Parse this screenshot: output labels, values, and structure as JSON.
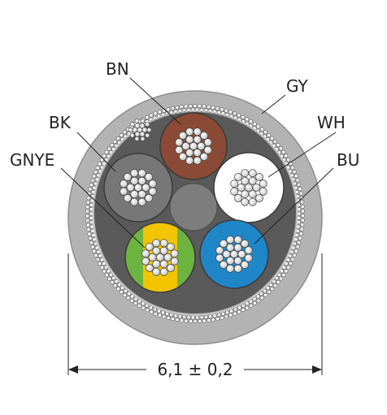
{
  "labels": {
    "bn": "BN",
    "gy": "GY",
    "bk": "BK",
    "wh": "WH",
    "gnye": "GNYE",
    "bu": "BU"
  },
  "dimension": "6,1 ± 0,2",
  "colors": {
    "jacket": "#b3b3b3",
    "inner_fill": "#5a5a5a",
    "brown": "#8b4a35",
    "black_core": "#777777",
    "white": "#ffffff",
    "green": "#6db33f",
    "yellow": "#f2c500",
    "blue": "#1f86c7",
    "filler": "#7d7d7d",
    "strand": "#f2f2f2"
  }
}
